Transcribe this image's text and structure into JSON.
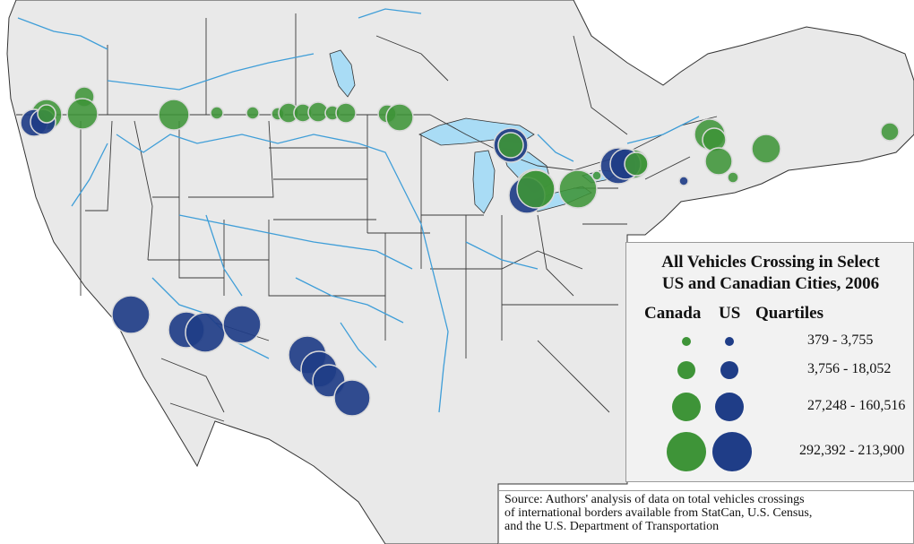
{
  "title": {
    "line1": "All Vehicles Crossing in Select",
    "line2": "US and Canadian Cities, 2006"
  },
  "legend": {
    "canada_label": "Canada",
    "us_label": "US",
    "quartiles_label": "Quartiles",
    "ranges": [
      "379 - 3,755",
      "3,756 - 18,052",
      "27,248 - 160,516",
      "292,392 - 213,900"
    ],
    "colors": {
      "canada": "#2f8a3a",
      "us": "#1e3c86"
    }
  },
  "source": {
    "line1": "Source: Authors' analysis of data on total vehicles crossings",
    "line2": "of international borders available from StatCan, U.S. Census,",
    "line3": "and the U.S. Department of Transportation"
  },
  "colors": {
    "water": "#a9dcf5",
    "river": "#3f9ed8",
    "land": "#e9e9e9",
    "ocean": "#ffffff",
    "boundary": "#3a3a3a",
    "canada_circle": "#3e9438",
    "us_circle": "#1f3d87"
  }
}
